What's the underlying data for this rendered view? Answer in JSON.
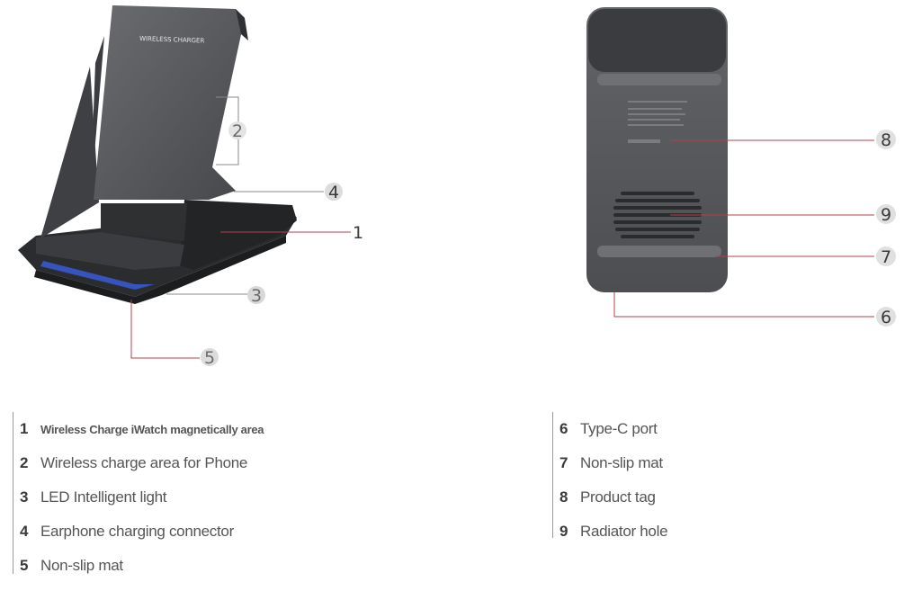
{
  "device_label": "WIRELESS CHARGER",
  "callouts": [
    "1",
    "2",
    "3",
    "4",
    "5",
    "6",
    "7",
    "8",
    "9"
  ],
  "legend_left": [
    {
      "num": "1",
      "label": "Wireless Charge iWatch magnetically area"
    },
    {
      "num": "2",
      "label": "Wireless charge area for Phone"
    },
    {
      "num": "3",
      "label": "LED Intelligent light"
    },
    {
      "num": "4",
      "label": "Earphone charging connector"
    },
    {
      "num": "5",
      "label": "Non-slip mat"
    }
  ],
  "legend_right": [
    {
      "num": "6",
      "label": "Type-C port"
    },
    {
      "num": "7",
      "label": "Non-slip mat"
    },
    {
      "num": "8",
      "label": "Product tag"
    },
    {
      "num": "9",
      "label": "Radiator hole"
    }
  ],
  "colors": {
    "leader_line": "#b5404a",
    "device_body": "#55575a",
    "device_dark": "#2c2d2f"
  }
}
